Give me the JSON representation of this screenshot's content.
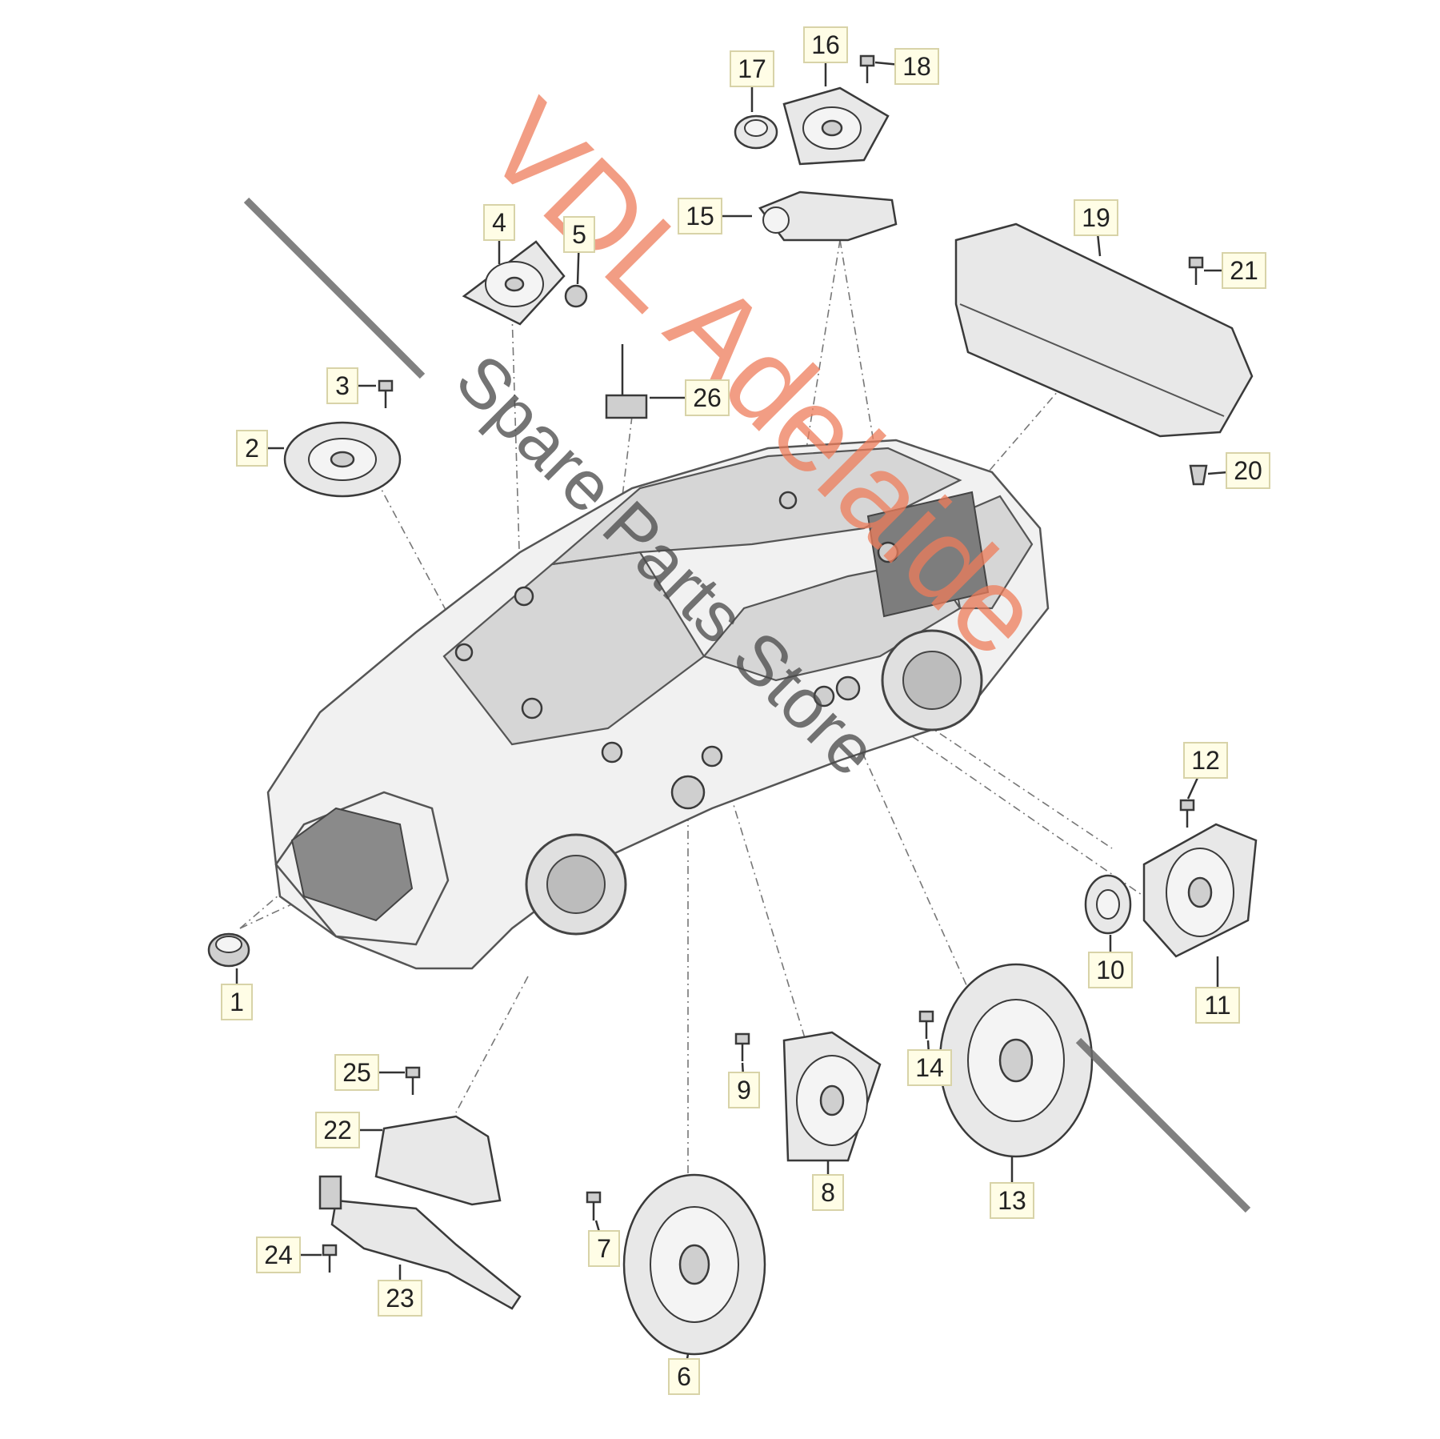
{
  "diagram": {
    "callouts": [
      "1",
      "2",
      "3",
      "4",
      "5",
      "6",
      "7",
      "8",
      "9",
      "10",
      "11",
      "12",
      "13",
      "14",
      "15",
      "16",
      "17",
      "18",
      "19",
      "20",
      "21",
      "22",
      "23",
      "24",
      "25",
      "26"
    ]
  },
  "watermark": {
    "brand": "VDL Adelaide",
    "subtitle": "Spare Parts Store",
    "brand_color": "#ee7c5a",
    "subtitle_color": "#4a4a4a"
  },
  "colors": {
    "label_box_fill": "#fffde6",
    "label_box_stroke": "#d8d3a8",
    "label_text": "#222222"
  }
}
